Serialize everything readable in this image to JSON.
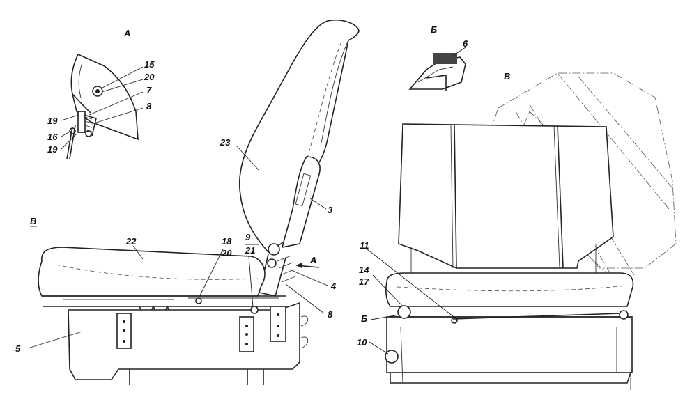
{
  "views": {
    "detail_a": "А",
    "detail_b": "Б",
    "side_view": "В",
    "front_view": "В",
    "callout_a": "А",
    "callout_b": "Б"
  },
  "labels": {
    "l1": "15",
    "l2": "20",
    "l3": "7",
    "l4": "8",
    "l5": "19",
    "l6": "16",
    "l7": "19",
    "l8": "6",
    "l9": "23",
    "l10": "3",
    "l11": "22",
    "l12": "18",
    "l13": "20",
    "l14": "9",
    "l15": "21",
    "l16": "4",
    "l17": "8",
    "l18": "5",
    "l19": "11",
    "l20": "14",
    "l21": "17",
    "l22": "10"
  }
}
